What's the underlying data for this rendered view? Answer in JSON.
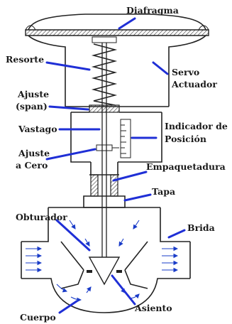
{
  "labels": {
    "diafragma": "Diafragma",
    "resorte": "Resorte",
    "servo_actuador_1": "Servo",
    "servo_actuador_2": "Actuador",
    "ajuste_span_1": "Ajuste",
    "ajuste_span_2": "(span)",
    "vastago": "Vastago",
    "indicador_1": "Indicador de",
    "indicador_2": "Posición",
    "ajuste_cero_1": "Ajuste",
    "ajuste_cero_2": "a Cero",
    "empaquetadura": "Empaquetadura",
    "tapa": "Tapa",
    "obturador": "Obturador",
    "brida": "Brida",
    "asiento": "Asiento",
    "cuerpo": "Cuerpo"
  },
  "colors": {
    "pointer": "#1f2fd6",
    "flow_arrows": "#1a3cc8",
    "outline": "#222222",
    "background": "#ffffff"
  }
}
